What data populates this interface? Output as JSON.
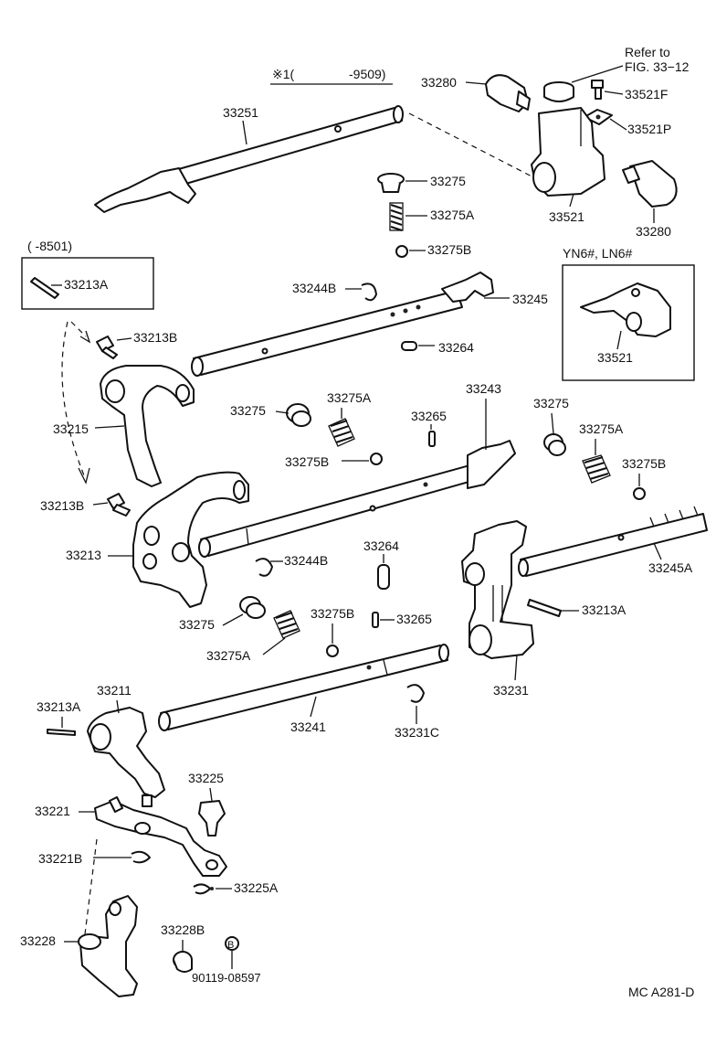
{
  "header": {
    "note_prefix": "※1(",
    "note_range": "-9509)"
  },
  "refer": {
    "line1": "Refer to",
    "line2": "FIG. 33−12"
  },
  "inset_left": {
    "range": "(       -8501)",
    "part": "33213A"
  },
  "inset_right": {
    "title": "YN6#, LN6#",
    "part": "33521"
  },
  "labels": {
    "p33251": "33251",
    "p33280a": "33280",
    "p33521F": "33521F",
    "p33521P": "33521P",
    "p33275a": "33275",
    "p33275Aa": "33275A",
    "p33275Ba": "33275B",
    "p33521": "33521",
    "p33280b": "33280",
    "p33244Ba": "33244B",
    "p33245": "33245",
    "p33264a": "33264",
    "p33213Ba": "33213B",
    "p33215": "33215",
    "p33275b": "33275",
    "p33275Ab": "33275A",
    "p33265a": "33265",
    "p33243": "33243",
    "p33275c": "33275",
    "p33275Ac": "33275A",
    "p33275Bb": "33275B",
    "p33275Bc": "33275B",
    "p33213Bb": "33213B",
    "p33213": "33213",
    "p33264b": "33264",
    "p33244Bb": "33244B",
    "p33245A": "33245A",
    "p33213Aa": "33213A",
    "p33275d": "33275",
    "p33275Bd": "33275B",
    "p33265b": "33265",
    "p33275Ad": "33275A",
    "p33231": "33231",
    "p33211": "33211",
    "p33213Ab": "33213A",
    "p33241": "33241",
    "p33231C": "33231C",
    "p33225": "33225",
    "p33221": "33221",
    "p33221B": "33221B",
    "p33225A": "33225A",
    "p33228": "33228",
    "p33228B": "33228B",
    "bolt_mark": "B",
    "bolt_part": "90119-08597"
  },
  "footer": {
    "code": "MC A281-D"
  }
}
